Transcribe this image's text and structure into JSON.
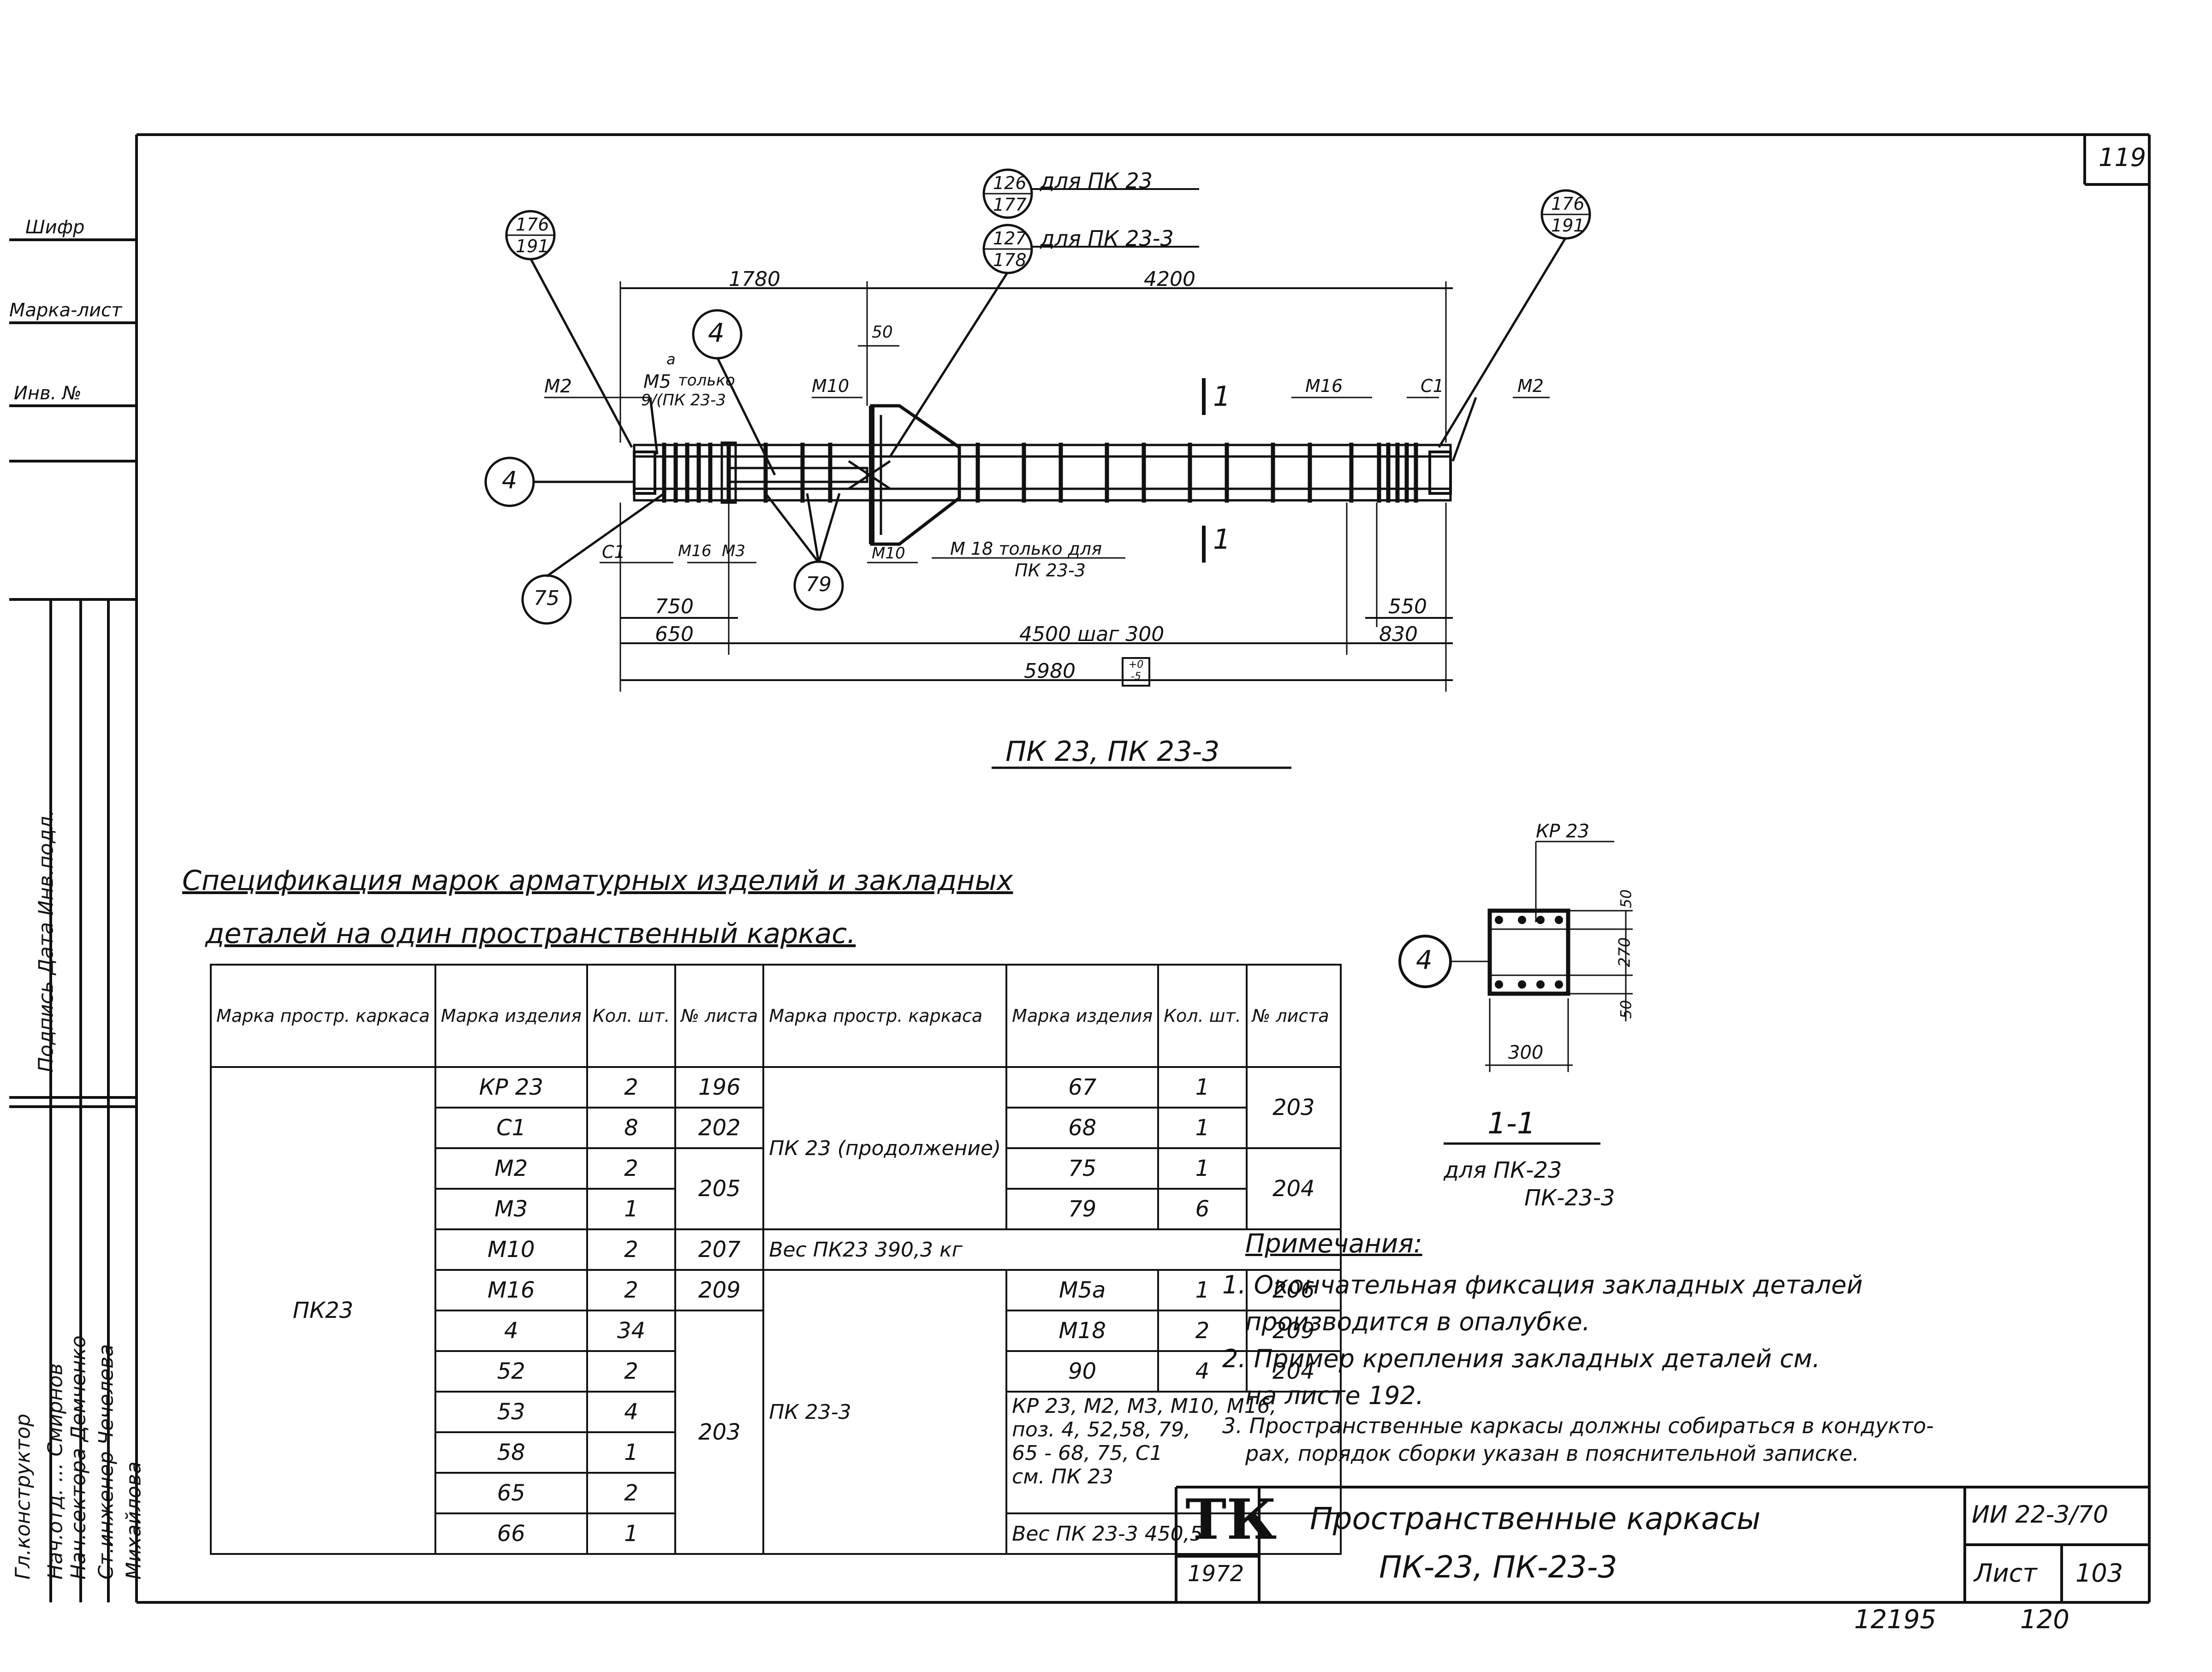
{
  "sheet": {
    "page_number": "119",
    "bottom_left_number": "12195",
    "bottom_right_number": "120"
  },
  "side_stamp": {
    "top_rows": [
      "Шифр",
      "Марка-лист",
      "Инв. №"
    ],
    "vertical_labels": [
      "Нач.отд. ... Смирнов",
      "Нач.сектора Демченко",
      "Ст.инженер Чечелева",
      "Михайлова",
      "Гл.конструктор"
    ],
    "vertical_text": "Подпись  Дата  Инв.подл."
  },
  "drawing": {
    "callouts": {
      "top_left_ref": {
        "num": "176",
        "den": "191"
      },
      "top_right_ref": {
        "num": "176",
        "den": "191"
      },
      "pk23_ref": {
        "num": "126",
        "den": "177",
        "label": "для  ПК 23"
      },
      "pk233_ref": {
        "num": "127",
        "den": "178",
        "label": "для  ПК 23-3"
      },
      "circle_4_top": "4",
      "circle_4_left": "4",
      "circle_75": "75",
      "circle_79": "79",
      "circle_4_section": "4"
    },
    "labels": {
      "m2_left": "М2",
      "m5": "М5",
      "m5_a": "а",
      "only_pk233_1": "только",
      "only_pk233_2": "9/(ПК 23-3",
      "m10_top": "М10",
      "m16_right": "М16",
      "c1_right": "С1",
      "m2_right": "М2",
      "c1_left": "С1",
      "m16_left": "М16",
      "m3": "М3",
      "m10_bottom": "М10",
      "m18": "М 18 только для",
      "m18_2": "ПК 23-3",
      "section_top": "1",
      "section_bottom": "1"
    },
    "dims": {
      "d1780": "1780",
      "d4200": "4200",
      "d50": "50",
      "d750": "750",
      "d650": "650",
      "d4500": "4500  шаг 300",
      "d550": "550",
      "d830": "830",
      "d5980": "5980",
      "tol_plus": "+0",
      "tol_minus": "-5"
    },
    "title": "ПК 23,  ПК 23-3"
  },
  "section": {
    "kp_label": "КР 23",
    "dim_50_top": "50",
    "dim_270": "270",
    "dim_50_bottom": "50",
    "dim_300": "300",
    "title": "1-1",
    "for_label": "для  ПК-23",
    "for_label_2": "ПК-23-3"
  },
  "spec": {
    "title_1": "Спецификация марок арматурных изделий и закладных",
    "title_2": "деталей на один пространственный каркас.",
    "headers": [
      "Марка простр. каркаса",
      "Марка изделия",
      "Кол. шт.",
      "№ листа",
      "Марка простр. каркаса",
      "Марка изделия",
      "Кол. шт.",
      "№ листа"
    ],
    "left_group": "ПК23",
    "left_rows": [
      {
        "mark": "КР 23",
        "qty": "2",
        "sheet": "196"
      },
      {
        "mark": "С1",
        "qty": "8",
        "sheet": "202"
      },
      {
        "mark": "М2",
        "qty": "2",
        "sheet": "205"
      },
      {
        "mark": "М3",
        "qty": "1",
        "sheet": ""
      },
      {
        "mark": "М10",
        "qty": "2",
        "sheet": "207"
      },
      {
        "mark": "М16",
        "qty": "2",
        "sheet": "209"
      },
      {
        "mark": "4",
        "qty": "34",
        "sheet": ""
      },
      {
        "mark": "52",
        "qty": "2",
        "sheet": ""
      },
      {
        "mark": "53",
        "qty": "4",
        "sheet": "203"
      },
      {
        "mark": "58",
        "qty": "1",
        "sheet": ""
      },
      {
        "mark": "65",
        "qty": "2",
        "sheet": ""
      },
      {
        "mark": "66",
        "qty": "1",
        "sheet": ""
      }
    ],
    "right_group_1": "ПК 23 (продолжение)",
    "right_rows_1": [
      {
        "mark": "67",
        "qty": "1",
        "sheet": "203"
      },
      {
        "mark": "68",
        "qty": "1",
        "sheet": ""
      },
      {
        "mark": "75",
        "qty": "1",
        "sheet": "204"
      },
      {
        "mark": "79",
        "qty": "6",
        "sheet": ""
      }
    ],
    "weight_pk23": "Вес ПК23   390,3 кг",
    "right_group_2": "ПК 23-3",
    "right_rows_2": [
      {
        "mark": "М5а",
        "qty": "1",
        "sheet": "206"
      },
      {
        "mark": "М18",
        "qty": "2",
        "sheet": "209"
      },
      {
        "mark": "90",
        "qty": "4",
        "sheet": "204"
      }
    ],
    "note_pk233_1": "КР 23, М2, М3, М10, М16,",
    "note_pk233_2": "поз. 4, 52,58, 79,",
    "note_pk233_3": "65 - 68, 75, С1",
    "note_pk233_4": "см.  ПК 23",
    "weight_pk233": "Вес ПК 23-3  450,5"
  },
  "notes": {
    "title": "Примечания:",
    "items": [
      "1. Окончательная  фиксация  закладных  деталей",
      "производится  в  опалубке.",
      "2. Пример  крепления  закладных  деталей  см.",
      "на  листе  192.",
      "3. Пространственные каркасы должны собираться в кондукто-",
      "рах, порядок сборки указан в пояснительной записке."
    ]
  },
  "title_block": {
    "logo": "ТК",
    "year": "1972",
    "name_1": "Пространственные  каркасы",
    "name_2": "ПК-23,   ПК-23-3",
    "code": "ИИ 22-3/70",
    "sheet_label": "Лист",
    "sheet_number": "103"
  }
}
